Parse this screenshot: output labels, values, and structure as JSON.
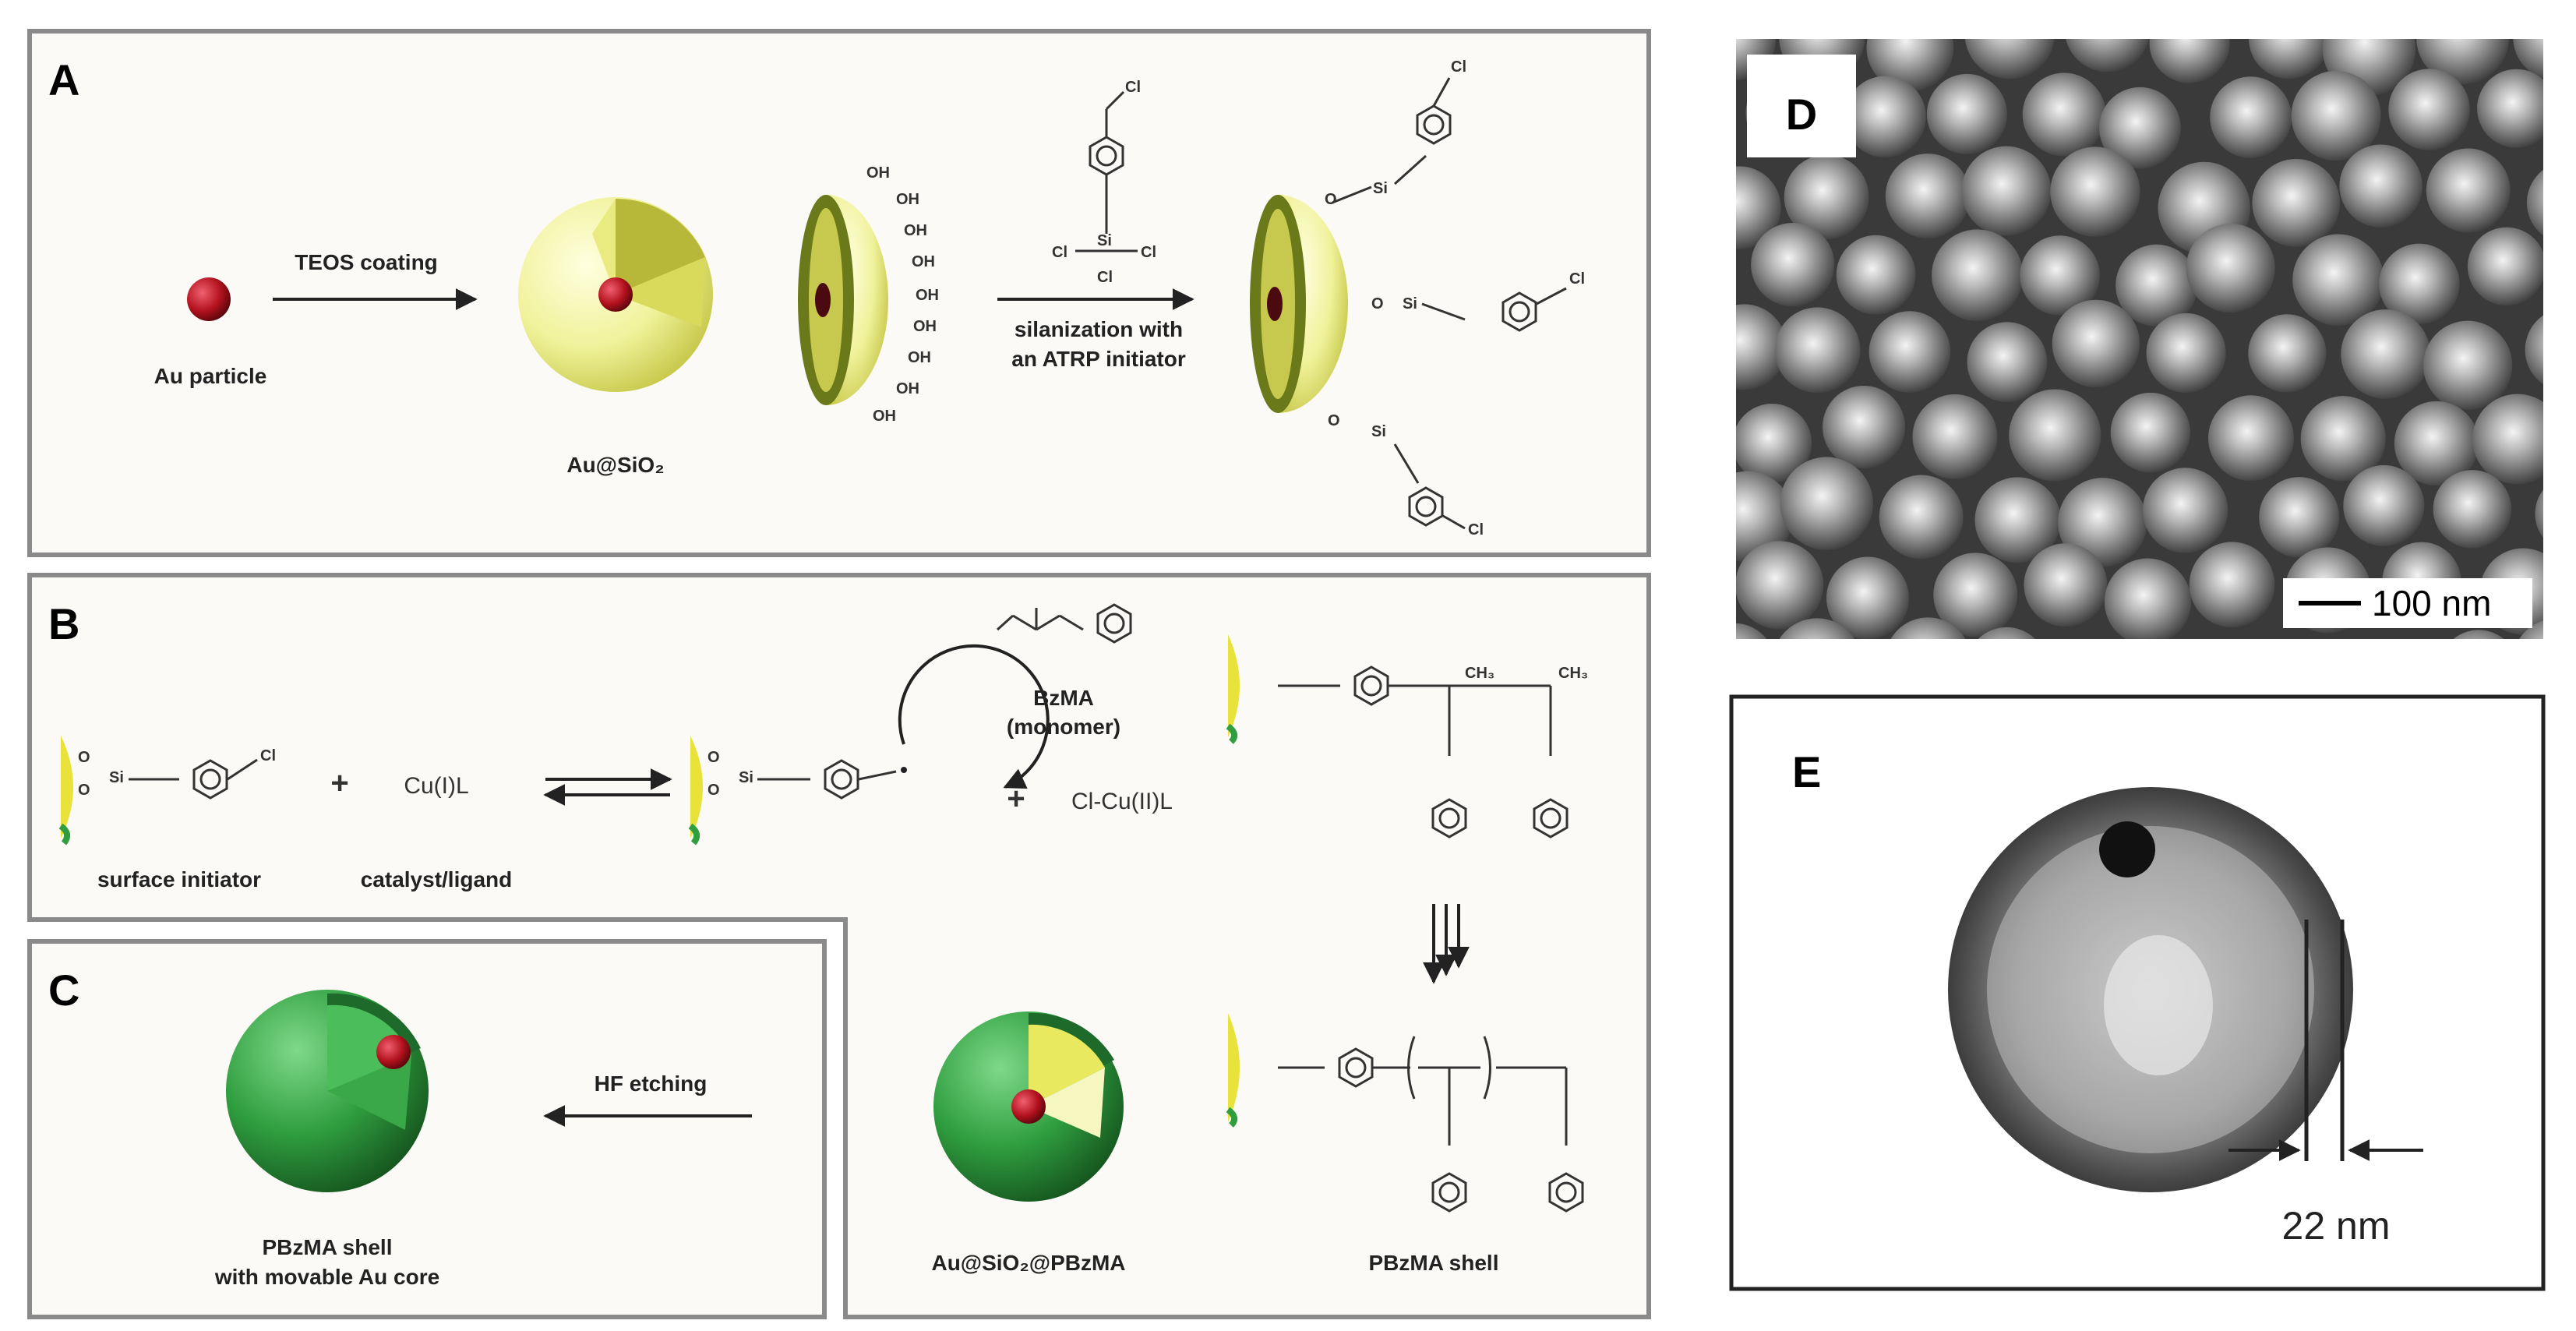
{
  "panels": {
    "A": {
      "letter": "A",
      "au_particle": "Au particle",
      "teos": "TEOS coating",
      "au_sio2": "Au@SiO₂",
      "oh": "OH",
      "silanization_1": "silanization with",
      "silanization_2": "an ATRP initiator",
      "cl": "Cl",
      "si": "Si",
      "o": "O"
    },
    "B": {
      "letter": "B",
      "surface_initiator": "surface initiator",
      "plus": "+",
      "cu_l": "Cu(I)L",
      "catalyst_ligand": "catalyst/ligand",
      "bzma": "BzMA",
      "monomer": "(monomer)",
      "cl_cu": "Cl-Cu(II)L",
      "ch3": "CH₃"
    },
    "C": {
      "letter": "C",
      "hf_etching": "HF etching",
      "shell_1": "PBzMA shell",
      "shell_2": "with movable Au core"
    },
    "bottom": {
      "au_sio2_pbzma": "Au@SiO₂@PBzMA",
      "pbzma_shell": "PBzMA shell"
    },
    "D": {
      "letter": "D",
      "scale": "100 nm"
    },
    "E": {
      "letter": "E",
      "thickness": "22 nm"
    }
  },
  "colors": {
    "frame": "#8a8a8a",
    "panel_bg": "#fbfaf6",
    "silica": "#f2f3a4",
    "silica_dark": "#c8c94a",
    "gold": "#b3121e",
    "polymer": "#2f9e3f",
    "polymer_dark": "#1d6a2a"
  },
  "icons": {
    "tem": "tem-micrograph-icon",
    "sphere": "core-shell-sphere-icon"
  }
}
